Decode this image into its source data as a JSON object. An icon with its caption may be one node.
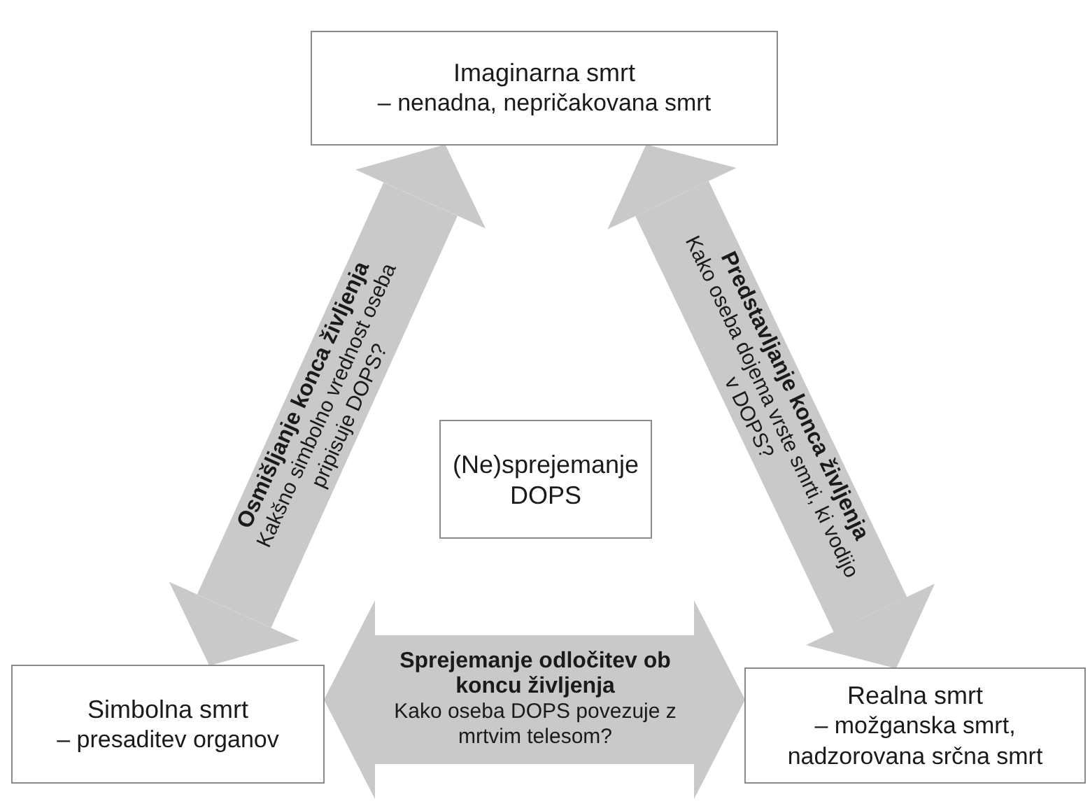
{
  "diagram": {
    "nodes": [
      {
        "text": [
          "Imaginarna smrt",
          "– nenadna, nepričakovana smrt"
        ]
      },
      {
        "text": [
          "(Ne)sprejemanje DOPS"
        ]
      },
      {
        "text": [
          "Simbolna smrt",
          "– presaditev organov"
        ]
      },
      {
        "text": [
          "Realna smrt",
          "– možganska smrt, nadzorovana srčna smrt"
        ]
      }
    ],
    "edges": [
      {
        "from": 2,
        "to": 0,
        "arrow": "both",
        "label": "**Osmišljanje konca življenja** Kakšno simbolno vrednost oseba pripisuje DOPS?"
      },
      {
        "from": 0,
        "to": 3,
        "arrow": "both",
        "label": "**Predstavljanje konca življenja** Kako oseba dojema vrste smrti, ki vodijo v DOPS?"
      },
      {
        "from": 2,
        "to": 3,
        "arrow": "both",
        "label": "**Sprejemanje odločitev ob koncu življenja** Kako oseba DOPS povezuje z mrtvim telesom?"
      }
    ]
  }
}
